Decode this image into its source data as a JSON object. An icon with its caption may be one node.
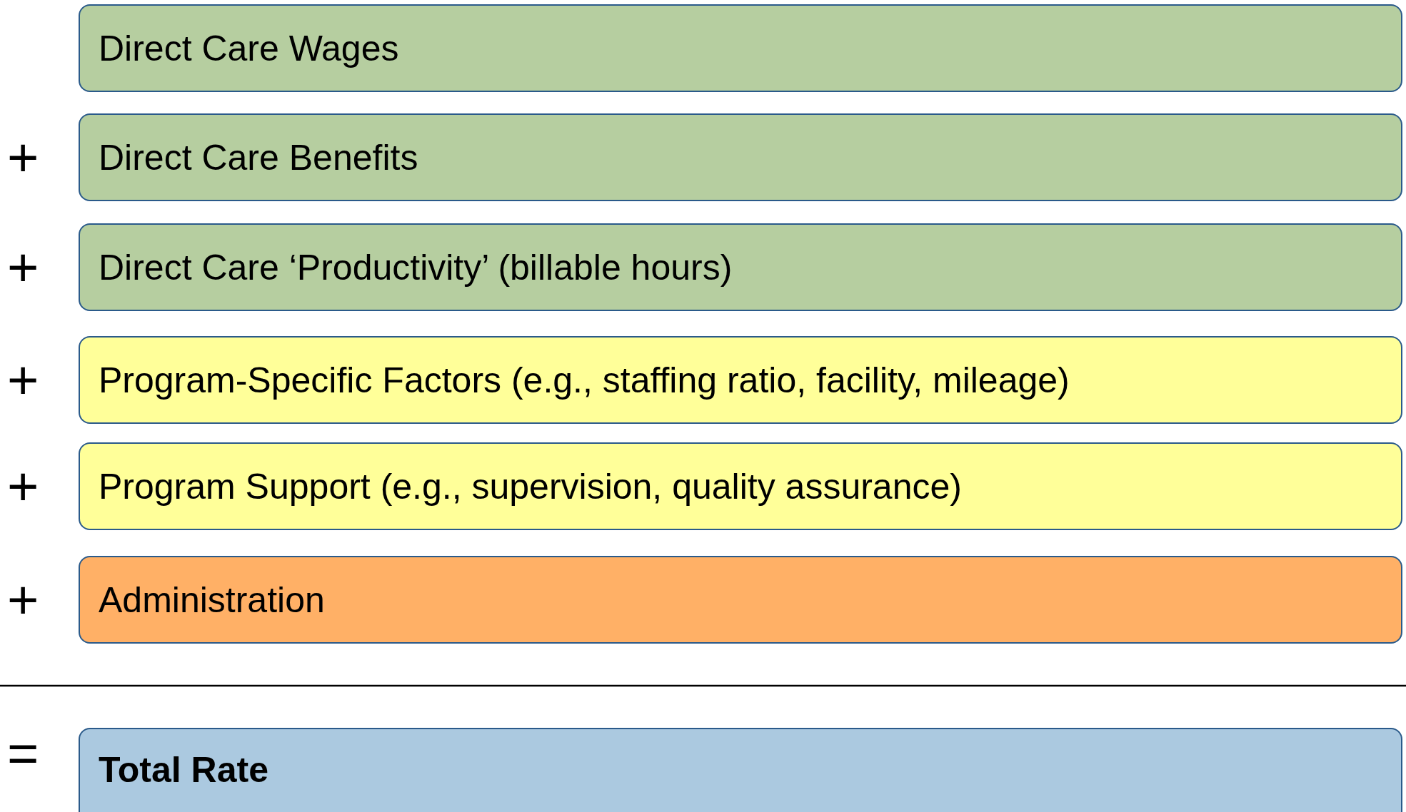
{
  "diagram": {
    "nodes": [
      {
        "text": [
          "Direct Care Wages"
        ]
      },
      {
        "text": [
          "Direct Care Benefits"
        ],
        "beside": [
          "+"
        ]
      },
      {
        "text": [
          "Direct Care ‘Productivity’ (billable hours)"
        ],
        "beside": [
          "+"
        ]
      },
      {
        "text": [
          "Program-Specific Factors (e.g., staffing ratio, facility, mileage)"
        ],
        "beside": [
          "+"
        ]
      },
      {
        "text": [
          "Program Support (e.g., supervision, quality assurance)"
        ],
        "beside": [
          "+"
        ]
      },
      {
        "text": [
          "Administration"
        ],
        "beside": [
          "+"
        ]
      },
      {
        "text": [
          "Total Rate"
        ],
        "beside": [
          "="
        ]
      }
    ]
  }
}
